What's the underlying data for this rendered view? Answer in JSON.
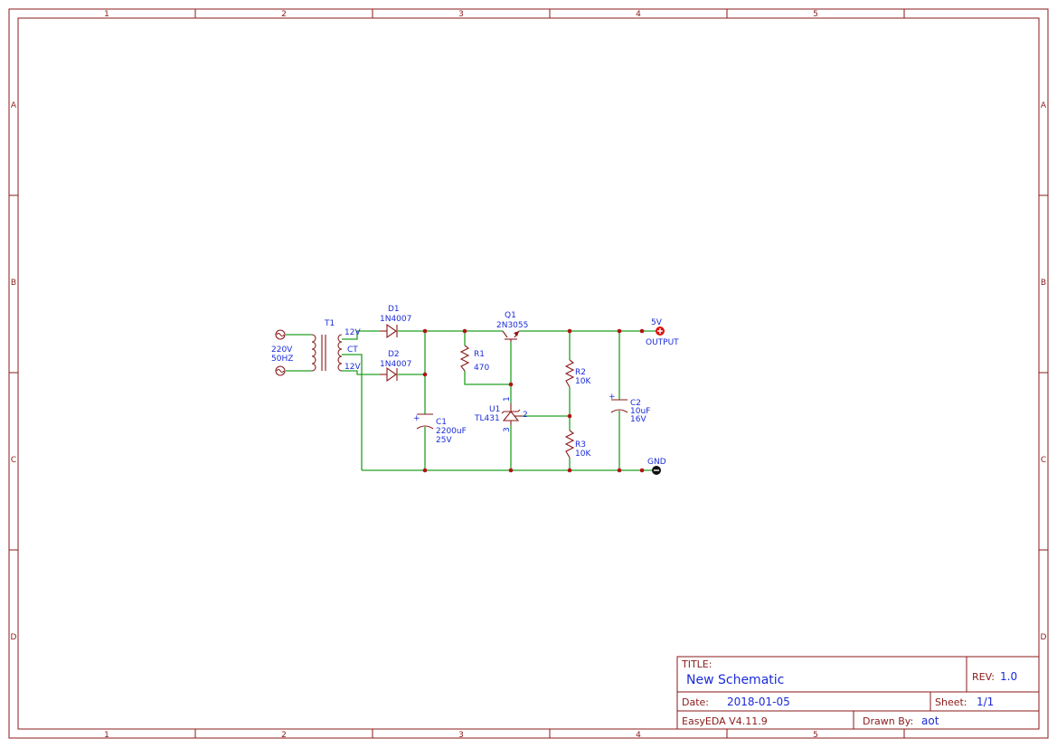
{
  "frame": {
    "cols": [
      "1",
      "2",
      "3",
      "4",
      "5"
    ],
    "rows": [
      "A",
      "B",
      "C",
      "D"
    ]
  },
  "components": {
    "t1": {
      "ref": "T1",
      "tap_top": "12V",
      "tap_mid": "CT",
      "tap_bot": "12V"
    },
    "source": {
      "voltage": "220V",
      "freq": "50HZ"
    },
    "d1": {
      "ref": "D1",
      "value": "1N4007"
    },
    "d2": {
      "ref": "D2",
      "value": "1N4007"
    },
    "q1": {
      "ref": "Q1",
      "value": "2N3055"
    },
    "r1": {
      "ref": "R1",
      "value": "470"
    },
    "c1": {
      "ref": "C1",
      "value": "2200uF",
      "rating": "25V",
      "plus": "+"
    },
    "u1": {
      "ref": "U1",
      "value": "TL431",
      "pin1": "1",
      "pin2": "2",
      "pin3": "3"
    },
    "r2": {
      "ref": "R2",
      "value": "10K"
    },
    "r3": {
      "ref": "R3",
      "value": "10K"
    },
    "c2": {
      "ref": "C2",
      "value": "10uF",
      "rating": "16V",
      "plus": "+"
    },
    "out": {
      "net": "5V",
      "label": "OUTPUT"
    },
    "gnd": {
      "net": "GND"
    }
  },
  "title_block": {
    "title_label": "TITLE:",
    "title": "New Schematic",
    "rev_label": "REV:",
    "rev": "1.0",
    "date_label": "Date:",
    "date": "2018-01-05",
    "sheet_label": "Sheet:",
    "sheet": "1/1",
    "tool": "EasyEDA V4.11.9",
    "drawn_label": "Drawn By:",
    "drawn": "aot"
  },
  "colors": {
    "frame": "#8b1a1a",
    "wire": "#22a022",
    "text": "#1a2bd8",
    "junction": "#b01414"
  }
}
